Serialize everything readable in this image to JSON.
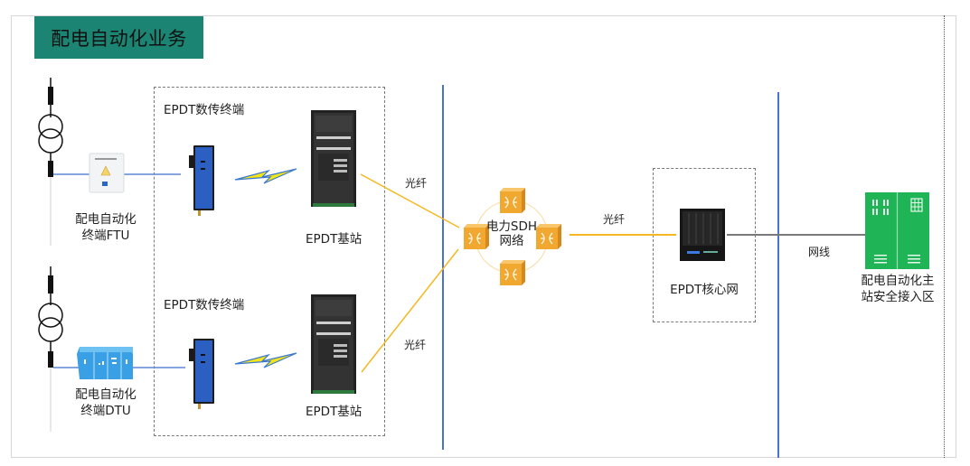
{
  "title": "配电自动化业务",
  "colors": {
    "title_bg": "#1b8472",
    "blue_line": "#4a72d6",
    "fiber": "#f5b820",
    "network_cable": "#7a7a7a",
    "cabinet_green": "#1fb455",
    "sdh_orange": "#f0a830",
    "dtu_blue": "#3a9be0",
    "terminal_blue": "#2a5bb8"
  },
  "field_terminals": [
    {
      "name": "配电自动化",
      "name2": "终端FTU",
      "icon": "ftu-terminal-icon"
    },
    {
      "name": "配电自动化",
      "name2": "终端DTU",
      "icon": "dtu-terminal-icon"
    }
  ],
  "epdt_groups": [
    {
      "terminal_label": "EPDT数传终端",
      "base_station_label": "EPDT基站"
    },
    {
      "terminal_label": "EPDT数传终端",
      "base_station_label": "EPDT基站"
    }
  ],
  "links": {
    "fiber_upper": "光纤",
    "fiber_lower": "光纤",
    "fiber_core": "光纤",
    "network_cable": "网线"
  },
  "sdh": {
    "line1": "电力SDH",
    "line2": "网络",
    "nodes": 4
  },
  "core": {
    "label": "EPDT核心网"
  },
  "master": {
    "line1": "配电自动化主",
    "line2": "站安全接入区"
  }
}
